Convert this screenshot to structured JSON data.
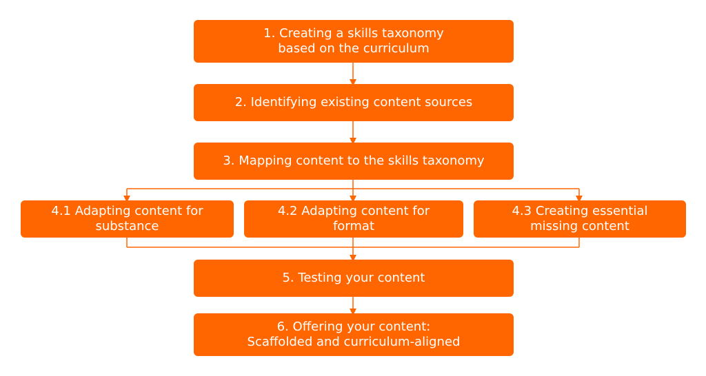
{
  "diagram": {
    "accent_color": "#ff6600",
    "text_color": "#ffffff",
    "steps": {
      "step1": "1. Creating a skills taxonomy\nbased on the curriculum",
      "step2": "2. Identifying existing content sources",
      "step3": "3. Mapping content to the skills taxonomy",
      "step4_1": "4.1 Adapting content for\nsubstance",
      "step4_2": "4.2 Adapting content for\nformat",
      "step4_3": "4.3 Creating essential\nmissing content",
      "step5": "5. Testing your content",
      "step6": "6. Offering your content:\nScaffolded and curriculum-aligned"
    }
  }
}
